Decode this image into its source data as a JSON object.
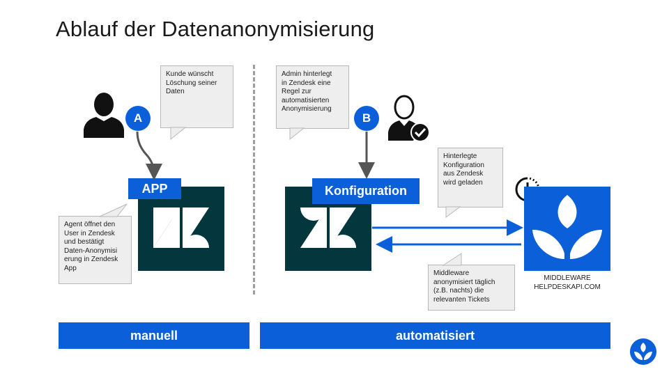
{
  "title": "Ablauf der Datenanonymisierung",
  "left": {
    "badge": "A",
    "callout_top": "Kunde wünscht\nLöschung seiner\nDaten",
    "label": "APP",
    "callout_bottom": "Agent öffnet den\nUser in Zendesk\nund bestätigt\nDaten-Anonymisi\nerung in Zendesk\nApp",
    "bar": "manuell"
  },
  "right": {
    "badge": "B",
    "callout_top": "Admin hinterlegt\nin Zendesk eine\nRegel zur\nautomatisierten\nAnonymisierung",
    "label": "Konfiguration",
    "callout_config": "Hinterlegte\nKonfiguration\naus Zendesk\nwird geladen",
    "callout_middleware": "Middleware\nanonymisiert täglich\n(z.B. nachts) die\nrelevanten Tickets",
    "middleware_caption": "MIDDLEWARE\nHELPDESKAPI.COM",
    "bar": "automatisiert"
  },
  "colors": {
    "accent": "#0b60d9",
    "zendesk_tile": "#03363d",
    "callout_bg": "#eeeeee"
  },
  "icons": [
    "user-icon",
    "admin-check-icon",
    "zendesk-logo",
    "helpdeskapi-logo",
    "schedule-clock-icon"
  ]
}
